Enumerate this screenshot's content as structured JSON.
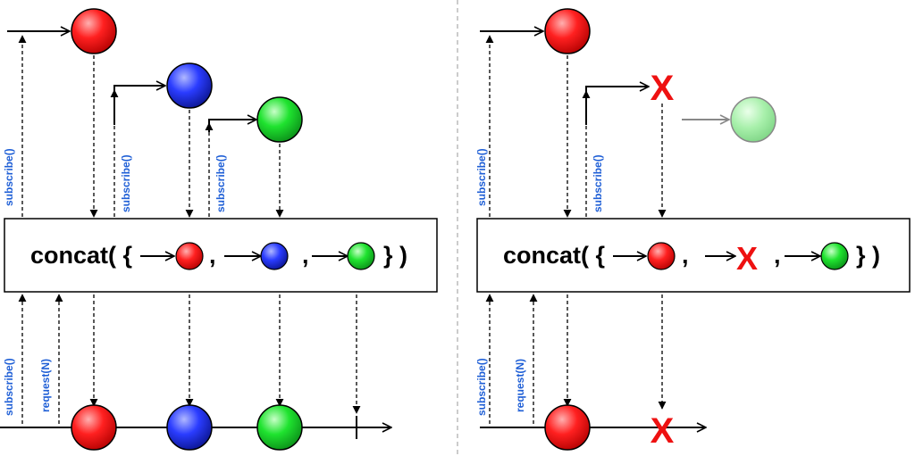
{
  "colors": {
    "red": "#e01010",
    "blue": "#1c2fd8",
    "green": "#19c42a",
    "faded_green": "#9be89f",
    "error": "#ee1111",
    "label": "#1f5fd6",
    "line": "#000000",
    "divider": "#bbbbbb",
    "loop": "#d81c1c"
  },
  "left_panel": {
    "operator": {
      "prefix": "concat( {",
      "sep1": ",",
      "sep2": ",",
      "suffix": "} )"
    },
    "labels": {
      "subscribe_source_1": "subscribe()",
      "subscribe_source_2": "subscribe()",
      "subscribe_source_3": "subscribe()",
      "subscribe_output": "subscribe()",
      "request_output": "request(N)"
    },
    "sources": [
      "red",
      "blue",
      "green"
    ],
    "output_items": [
      "red",
      "blue",
      "green"
    ],
    "output_completes": true
  },
  "right_panel": {
    "operator": {
      "prefix": "concat( {",
      "sep1": ",",
      "sep2": ",",
      "suffix": "} )"
    },
    "labels": {
      "subscribe_source_1": "subscribe()",
      "subscribe_source_2": "subscribe()",
      "subscribe_output": "subscribe()",
      "request_output": "request(N)"
    },
    "error_symbol": "X",
    "sources": [
      "red",
      "error",
      "green-not-subscribed"
    ],
    "output_items": [
      "red"
    ],
    "output_errors": true
  }
}
